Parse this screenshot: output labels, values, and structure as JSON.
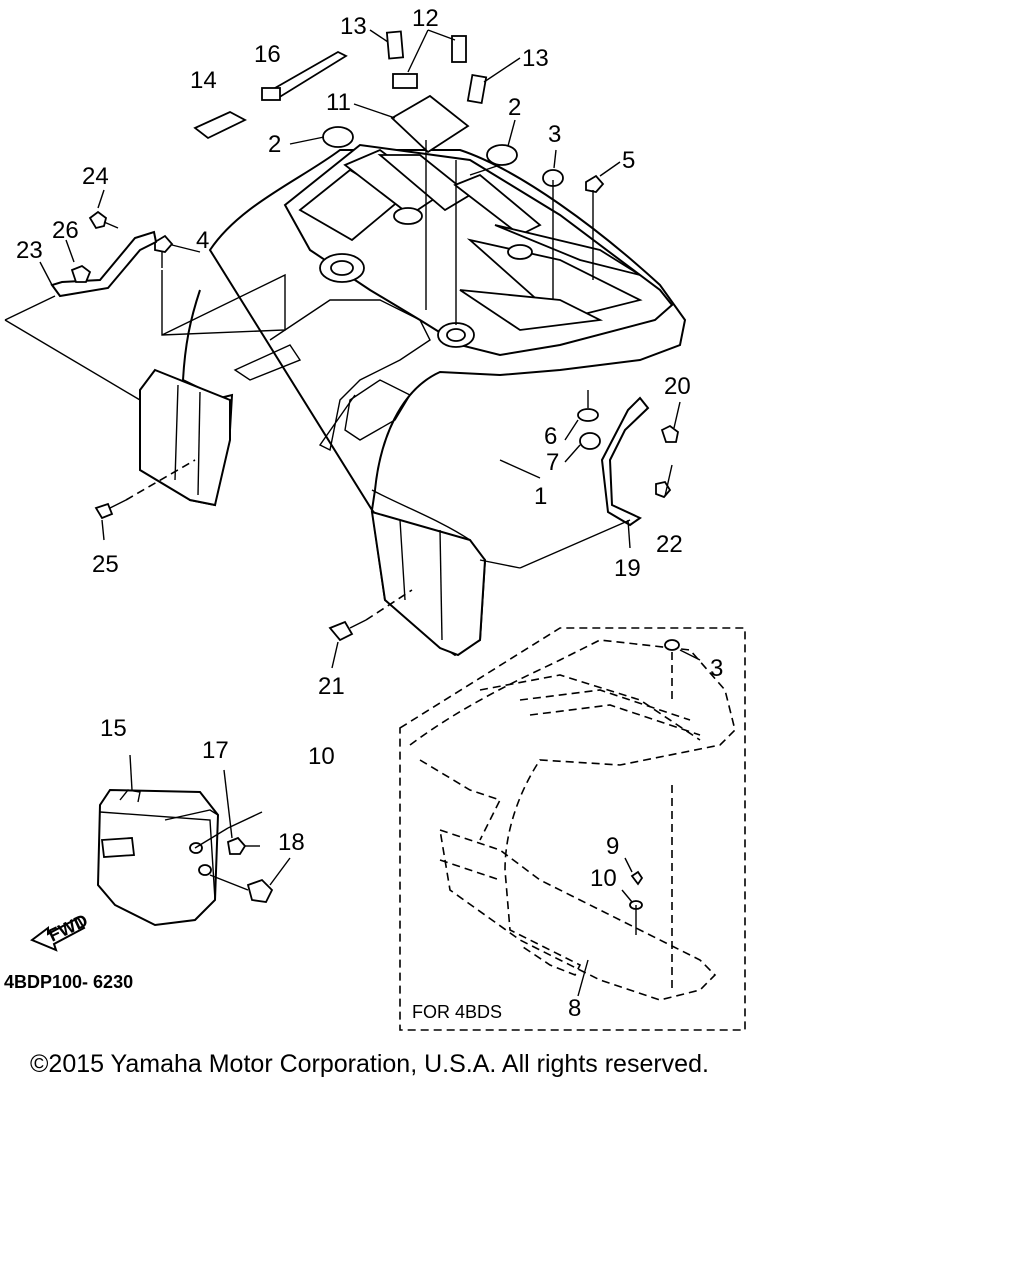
{
  "diagram": {
    "callouts": [
      {
        "id": "c1",
        "text": "1"
      },
      {
        "id": "c2a",
        "text": "2"
      },
      {
        "id": "c2b",
        "text": "2"
      },
      {
        "id": "c3a",
        "text": "3"
      },
      {
        "id": "c3b",
        "text": "3"
      },
      {
        "id": "c4",
        "text": "4"
      },
      {
        "id": "c5",
        "text": "5"
      },
      {
        "id": "c6",
        "text": "6"
      },
      {
        "id": "c7",
        "text": "7"
      },
      {
        "id": "c8",
        "text": "8"
      },
      {
        "id": "c9",
        "text": "9"
      },
      {
        "id": "c10a",
        "text": "10"
      },
      {
        "id": "c10b",
        "text": "10"
      },
      {
        "id": "c11",
        "text": "11"
      },
      {
        "id": "c12",
        "text": "12"
      },
      {
        "id": "c13a",
        "text": "13"
      },
      {
        "id": "c13b",
        "text": "13"
      },
      {
        "id": "c14",
        "text": "14"
      },
      {
        "id": "c15",
        "text": "15"
      },
      {
        "id": "c16",
        "text": "16"
      },
      {
        "id": "c17",
        "text": "17"
      },
      {
        "id": "c18",
        "text": "18"
      },
      {
        "id": "c19",
        "text": "19"
      },
      {
        "id": "c20",
        "text": "20"
      },
      {
        "id": "c21",
        "text": "21"
      },
      {
        "id": "c22",
        "text": "22"
      },
      {
        "id": "c23",
        "text": "23"
      },
      {
        "id": "c24",
        "text": "24"
      },
      {
        "id": "c25",
        "text": "25"
      },
      {
        "id": "c26",
        "text": "26"
      }
    ],
    "inset_label": "FOR 4BDS",
    "fwd_label": "FWD",
    "drawing_code": "4BDP100- 6230"
  },
  "footer": {
    "copyright": "©2015 Yamaha Motor Corporation, U.S.A. All rights reserved."
  }
}
